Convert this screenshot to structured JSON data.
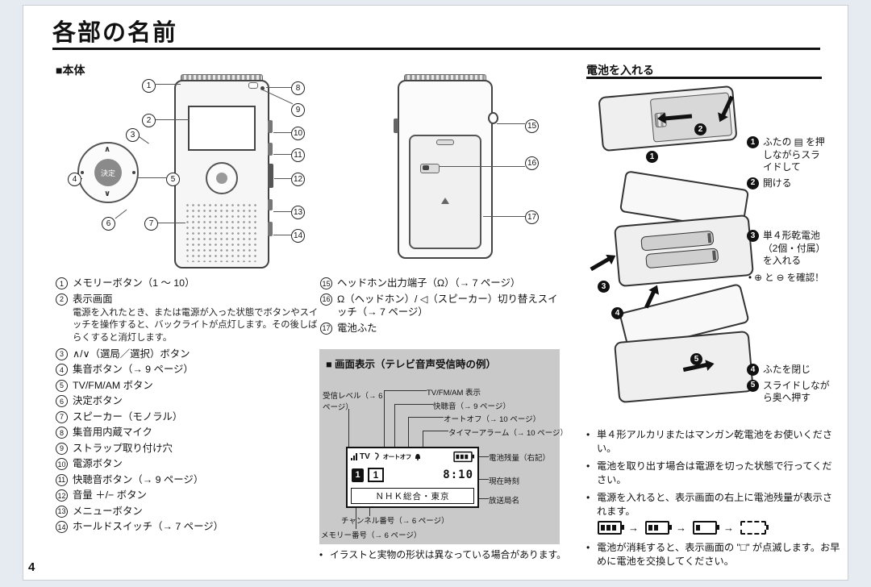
{
  "page": {
    "title": "各部の名前",
    "number": "4"
  },
  "icons": {
    "arrow": "→"
  },
  "main_unit": {
    "heading": "■本体",
    "dpad": {
      "up": "∧",
      "down": "∨",
      "center": "決定"
    },
    "parts": [
      {
        "num": "1",
        "label": "メモリーボタン（1 ～ 10）"
      },
      {
        "num": "2",
        "label": "表示画面",
        "desc": "電源を入れたとき、または電源が入った状態でボタンやスイッチを操作すると、バックライトが点灯します。その後しばらくすると消灯します。"
      },
      {
        "num": "3",
        "label": "∧/∨（選局／選択）ボタン"
      },
      {
        "num": "4",
        "label": "集音ボタン（→ 9 ページ）"
      },
      {
        "num": "5",
        "label": "TV/FM/AM ボタン"
      },
      {
        "num": "6",
        "label": "決定ボタン"
      },
      {
        "num": "7",
        "label": "スピーカー（モノラル）"
      },
      {
        "num": "8",
        "label": "集音用内蔵マイク"
      },
      {
        "num": "9",
        "label": "ストラップ取り付け穴"
      },
      {
        "num": "10",
        "label": "電源ボタン"
      },
      {
        "num": "11",
        "label": "快聴音ボタン（→ 9 ページ）"
      },
      {
        "num": "12",
        "label": "音量 ＋/− ボタン"
      },
      {
        "num": "13",
        "label": "メニューボタン"
      },
      {
        "num": "14",
        "label": "ホールドスイッチ（→ 7 ページ）"
      }
    ],
    "parts_right": [
      {
        "num": "15",
        "label": "ヘッドホン出力端子（Ω）（→ 7 ページ）"
      },
      {
        "num": "16",
        "label": "Ω（ヘッドホン）/ ◁（スピーカー）切り替えスイッチ（→ 7 ページ）"
      },
      {
        "num": "17",
        "label": "電池ふた"
      }
    ]
  },
  "screen_display": {
    "heading": "■ 画面表示（テレビ音声受信時の例）",
    "labels": {
      "reception": "受信レベル（→ 6 ページ）",
      "band": "TV/FM/AM 表示",
      "kaichoon": "快聴音（→ 9 ページ）",
      "autooff": "オートオフ（→ 10 ページ）",
      "timer": "タイマーアラーム（→ 10 ページ）",
      "battery": "電池残量（右記）",
      "time": "現在時刻",
      "station": "放送局名",
      "channel": "チャンネル番号（→ 6 ページ）",
      "memory": "メモリー番号（→ 6 ページ）"
    },
    "screen": {
      "band": "TV",
      "autooff": "オートオフ",
      "memory_num": "1",
      "channel_num": "1",
      "time": "8:10",
      "station": "ＮＨＫ総合・東京"
    },
    "note": "イラストと実物の形状は異なっている場合があります。"
  },
  "battery_section": {
    "heading": "電池を入れる",
    "steps": [
      {
        "num": "1",
        "text": "ふたの ▤ を押しながらスライドして"
      },
      {
        "num": "2",
        "text": "開ける"
      },
      {
        "num": "3",
        "text": "単４形乾電池（2個・付属）を入れる",
        "sub": "⊕ と ⊖ を確認！"
      },
      {
        "num": "4",
        "text": "ふたを閉じ"
      },
      {
        "num": "5",
        "text": "スライドしながら奥へ押す"
      }
    ],
    "notes": [
      "単４形アルカリまたはマンガン乾電池をお使いください。",
      "電池を取り出す場合は電源を切った状態で行ってください。",
      "電源を入れると、表示画面の右上に電池残量が表示されます。",
      "電池が消耗すると、表示画面の \"□\" が点滅します。お早めに電池を交換してください。"
    ]
  }
}
